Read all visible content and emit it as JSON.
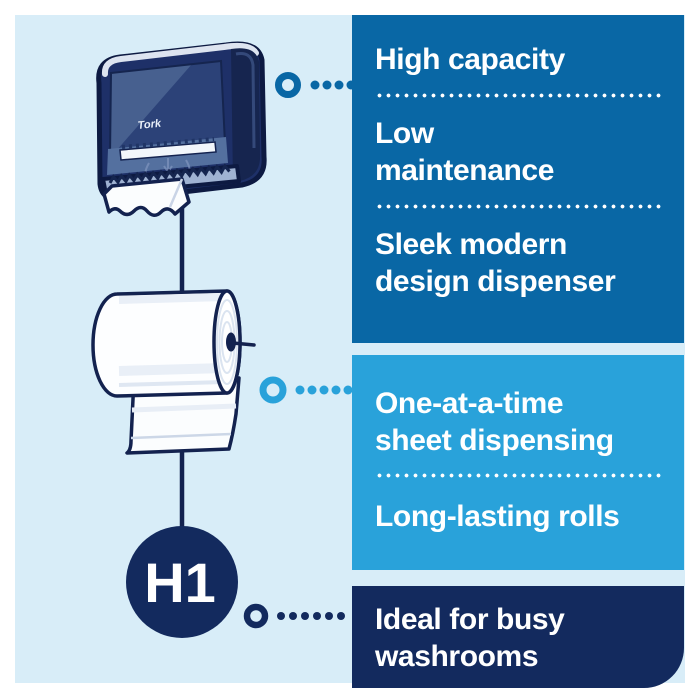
{
  "badge": {
    "label": "H1"
  },
  "brand": {
    "logo": "Tork"
  },
  "panels": {
    "top": {
      "features": [
        "High capacity",
        "Low\nmaintenance",
        "Sleek modern\ndesign dispenser"
      ]
    },
    "middle": {
      "features": [
        "One-at-a-time\nsheet dispensing",
        "Long-lasting rolls"
      ]
    },
    "bottom": {
      "features": [
        "Ideal for busy\nwashrooms"
      ]
    }
  },
  "colors": {
    "page_background": "#ffffff",
    "canvas_background": "#d8edf8",
    "panel_top": "#0967a5",
    "panel_middle": "#29a2da",
    "panel_bottom": "#132a5e",
    "navy_ink": "#13224f",
    "text": "#ffffff"
  }
}
